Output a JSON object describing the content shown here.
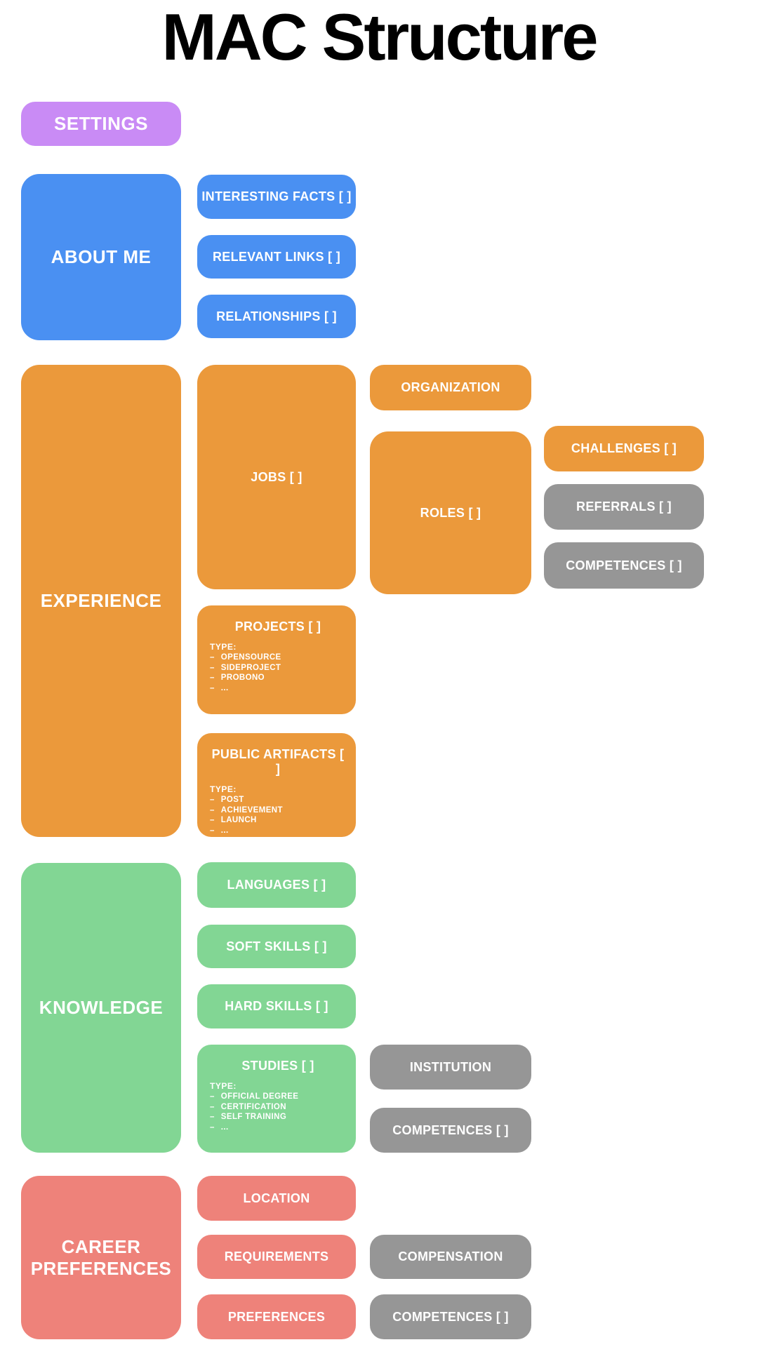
{
  "title": "MAC Structure",
  "list_dash": "–",
  "colors": {
    "purple": "#C98BF5",
    "blue": "#4A90F2",
    "orange": "#EB993B",
    "green": "#82D694",
    "salmon": "#EE827A",
    "gray": "#969696",
    "block_text": "#FFFFFF",
    "title_text": "#000000",
    "background": "#FFFFFF"
  },
  "settings": {
    "label": "SETTINGS"
  },
  "about_me": {
    "label": "ABOUT ME",
    "interesting_facts": {
      "label": "INTERESTING FACTS [ ]"
    },
    "relevant_links": {
      "label": "RELEVANT LINKS [ ]"
    },
    "relationships": {
      "label": "RELATIONSHIPS [ ]"
    }
  },
  "experience": {
    "label": "EXPERIENCE",
    "jobs": {
      "label": "JOBS [ ]"
    },
    "organization": {
      "label": "ORGANIZATION"
    },
    "roles": {
      "label": "ROLES [ ]"
    },
    "challenges": {
      "label": "CHALLENGES [ ]"
    },
    "referrals": {
      "label": "REFERRALS [ ]"
    },
    "roles_competences": {
      "label": "COMPETENCES [ ]"
    },
    "projects": {
      "label": "PROJECTS [ ]",
      "type_label": "TYPE:",
      "types": [
        "OPENSOURCE",
        "SIDEPROJECT",
        "PROBONO",
        "..."
      ]
    },
    "public_artifacts": {
      "label": "PUBLIC ARTIFACTS [ ]",
      "type_label": "TYPE:",
      "types": [
        "POST",
        "ACHIEVEMENT",
        "LAUNCH",
        "..."
      ]
    }
  },
  "knowledge": {
    "label": "KNOWLEDGE",
    "languages": {
      "label": "LANGUAGES [ ]"
    },
    "soft_skills": {
      "label": "SOFT SKILLS [ ]"
    },
    "hard_skills": {
      "label": "HARD SKILLS [ ]"
    },
    "studies": {
      "label": "STUDIES [ ]",
      "type_label": "TYPE:",
      "types": [
        "OFFICIAL DEGREE",
        "CERTIFICATION",
        "SELF TRAINING",
        "..."
      ]
    },
    "institution": {
      "label": "INSTITUTION"
    },
    "studies_competences": {
      "label": "COMPETENCES [ ]"
    }
  },
  "career_preferences": {
    "label": "CAREER PREFERENCES",
    "location": {
      "label": "LOCATION"
    },
    "requirements": {
      "label": "REQUIREMENTS"
    },
    "compensation": {
      "label": "COMPENSATION"
    },
    "preferences": {
      "label": "PREFERENCES"
    },
    "preferences_competences": {
      "label": "COMPETENCES [ ]"
    }
  }
}
